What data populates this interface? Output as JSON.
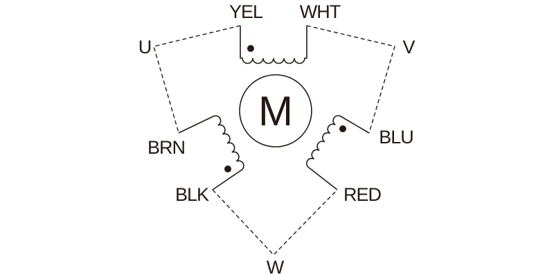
{
  "diagram": {
    "motor_label": "M",
    "terminals": {
      "u": "U",
      "v": "V",
      "w": "W"
    },
    "leads": {
      "yel": "YEL",
      "wht": "WHT",
      "brn": "BRN",
      "blk": "BLK",
      "blu": "BLU",
      "red": "RED"
    },
    "colors": {
      "ink": "#231815",
      "background": "#ffffff"
    }
  }
}
